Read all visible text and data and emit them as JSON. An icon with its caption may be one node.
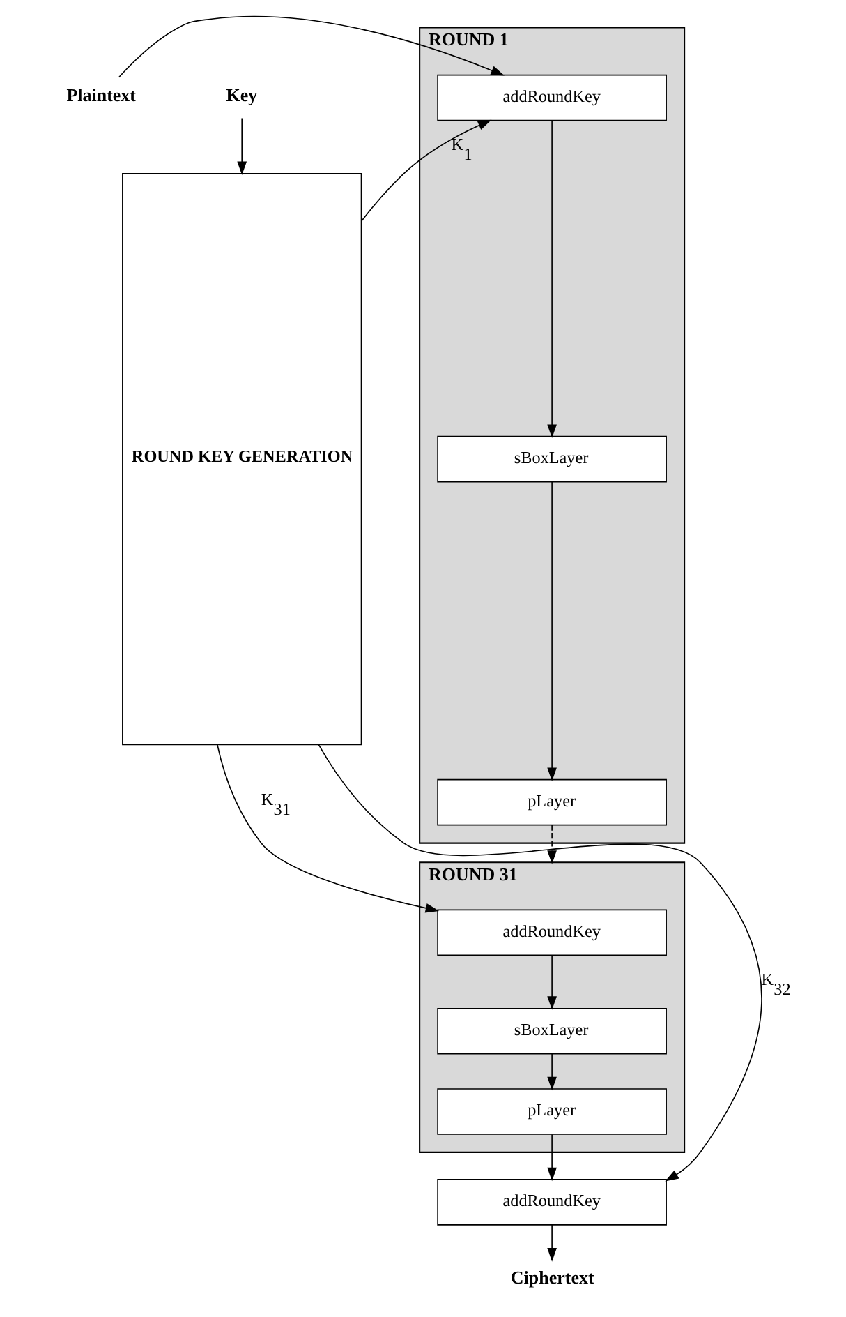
{
  "diagram": {
    "nodes": [
      {
        "text": [
          "Plaintext"
        ]
      },
      {
        "text": [
          "Key"
        ]
      },
      {
        "text": [
          "ROUND 1"
        ]
      },
      {
        "text": [
          "addRoundKey"
        ],
        "in": 2
      },
      {
        "text": [
          "sBoxLayer"
        ],
        "in": 2
      },
      {
        "text": [
          "pLayer"
        ],
        "in": 2
      },
      {
        "text": [
          "ROUND KEY GENERATION"
        ]
      },
      {
        "text": [
          "ROUND 31"
        ]
      },
      {
        "text": [
          "addRoundKey"
        ],
        "in": 7
      },
      {
        "text": [
          "sBoxLayer"
        ],
        "in": 7
      },
      {
        "text": [
          "pLayer"
        ],
        "in": 7
      },
      {
        "text": [
          "addRoundKey"
        ]
      },
      {
        "text": [
          "Ciphertext"
        ]
      }
    ],
    "edges": [
      {
        "from": 0,
        "to": 3,
        "arrow": "to"
      },
      {
        "from": 3,
        "to": 4,
        "arrow": "to"
      },
      {
        "from": 4,
        "to": 5,
        "arrow": "to"
      },
      {
        "from": 5,
        "to": 7,
        "arrow": "to",
        "style": "dashed"
      },
      {
        "from": 8,
        "to": 9,
        "arrow": "to"
      },
      {
        "from": 9,
        "to": 10,
        "arrow": "to"
      },
      {
        "from": 10,
        "to": 11,
        "arrow": "to"
      },
      {
        "from": 11,
        "to": 12,
        "arrow": "to"
      },
      {
        "from": 1,
        "to": 6,
        "arrow": "to"
      },
      {
        "from": 6,
        "to": 3,
        "arrow": "to",
        "label": "K$_{1}$"
      },
      {
        "from": 6,
        "to": 8,
        "arrow": "to",
        "label": "K$_{31}$"
      },
      {
        "from": 6,
        "to": 11,
        "arrow": "to",
        "label": "K$_{32}$"
      }
    ]
  }
}
